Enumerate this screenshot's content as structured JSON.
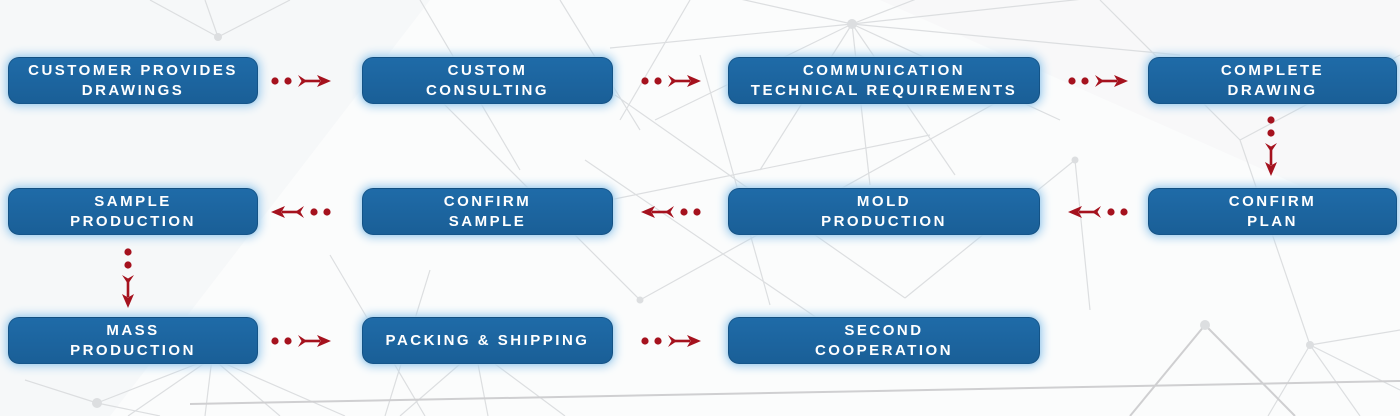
{
  "theme": {
    "box_fill": "#1A5F97",
    "box_fill_light": "#1F6BA8",
    "box_glow": "#A9D2EF",
    "arrow_color": "#A5121E",
    "box_text": "#FFFFFF",
    "bg": "#FBFCFC",
    "network_line_color": "#DCDEE0"
  },
  "flow": {
    "steps": [
      {
        "label": "CUSTOMER PROVIDES\nDRAWINGS"
      },
      {
        "label": "CUSTOM\nCONSULTING"
      },
      {
        "label": "COMMUNICATION\nTECHNICAL REQUIREMENTS"
      },
      {
        "label": "COMPLETE\nDRAWING"
      },
      {
        "label": "CONFIRM\nPLAN"
      },
      {
        "label": "MOLD\nPRODUCTION"
      },
      {
        "label": "CONFIRM\nSAMPLE"
      },
      {
        "label": "SAMPLE\nPRODUCTION"
      },
      {
        "label": "MASS\nPRODUCTION"
      },
      {
        "label": "PACKING & SHIPPING"
      },
      {
        "label": "SECOND\nCOOPERATION"
      }
    ],
    "connections": [
      {
        "from": "CUSTOMER PROVIDES DRAWINGS",
        "to": "CUSTOM CONSULTING",
        "direction": "right"
      },
      {
        "from": "CUSTOM CONSULTING",
        "to": "COMMUNICATION TECHNICAL REQUIREMENTS",
        "direction": "right"
      },
      {
        "from": "COMMUNICATION TECHNICAL REQUIREMENTS",
        "to": "COMPLETE DRAWING",
        "direction": "right"
      },
      {
        "from": "COMPLETE DRAWING",
        "to": "CONFIRM PLAN",
        "direction": "down"
      },
      {
        "from": "CONFIRM PLAN",
        "to": "MOLD PRODUCTION",
        "direction": "left"
      },
      {
        "from": "MOLD PRODUCTION",
        "to": "CONFIRM SAMPLE",
        "direction": "left"
      },
      {
        "from": "CONFIRM SAMPLE",
        "to": "SAMPLE PRODUCTION",
        "direction": "left"
      },
      {
        "from": "SAMPLE PRODUCTION",
        "to": "MASS PRODUCTION",
        "direction": "down"
      },
      {
        "from": "MASS PRODUCTION",
        "to": "PACKING & SHIPPING",
        "direction": "right"
      },
      {
        "from": "PACKING & SHIPPING",
        "to": "SECOND COOPERATION",
        "direction": "right"
      }
    ]
  }
}
